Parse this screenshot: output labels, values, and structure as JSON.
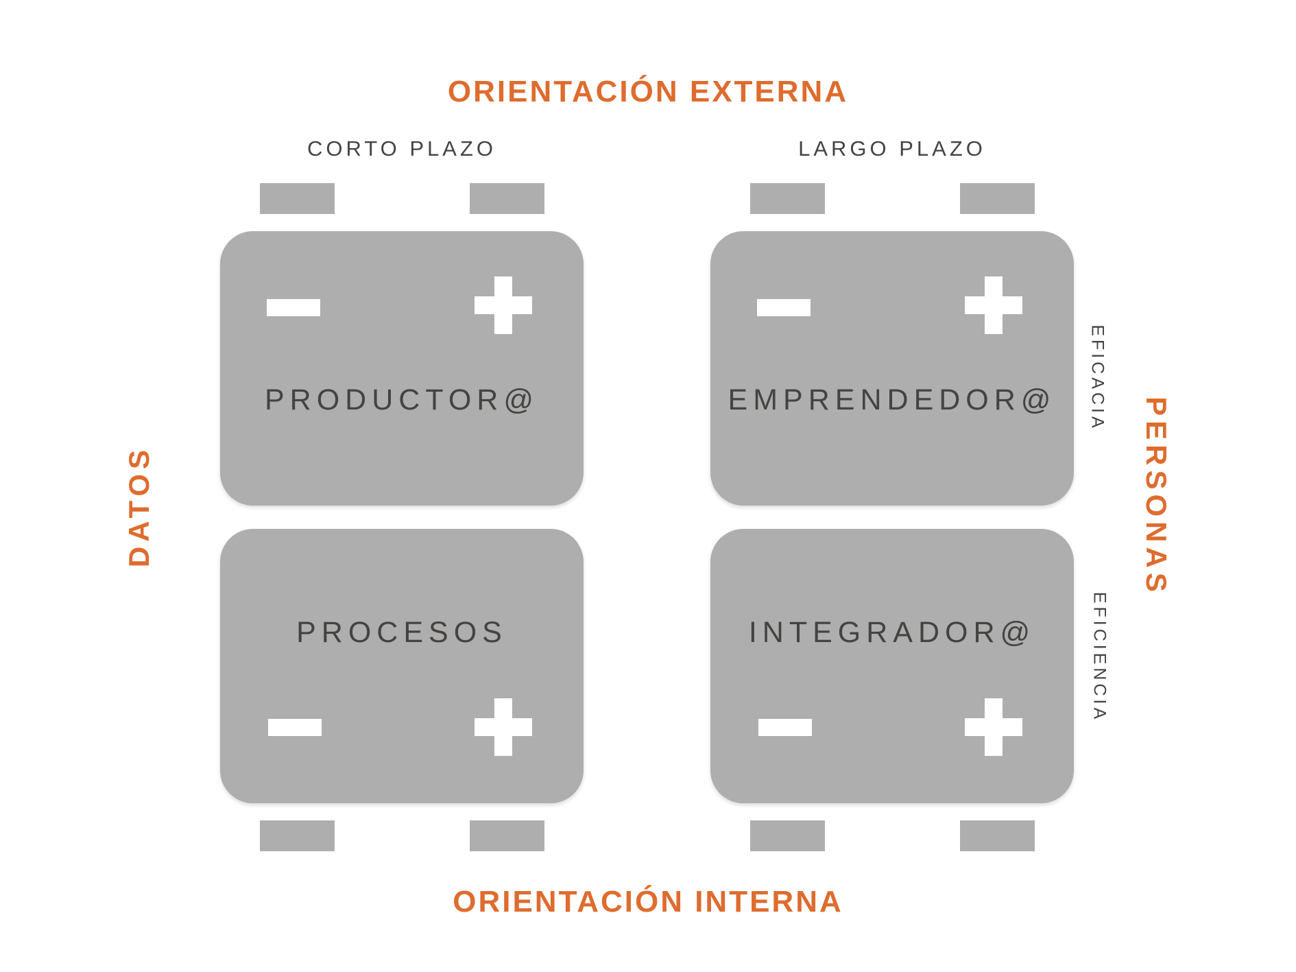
{
  "colors": {
    "bg": "#ffffff",
    "orange": "#de6c2e",
    "gray": "#aeaeae",
    "dark": "#454341"
  },
  "axes": {
    "top_title": "ORIENTACIÓN EXTERNA",
    "bottom_title": "ORIENTACIÓN INTERNA",
    "left_label": "DATOS",
    "right_label": "PERSONAS",
    "column_left": "CORTO PLAZO",
    "column_right": "LARGO PLAZO",
    "row_top_right": "EFICACIA",
    "row_bottom_right": "EFICIENCIA"
  },
  "quadrants": [
    {
      "label": "PRODUCTOR@"
    },
    {
      "label": "EMPRENDEDOR@"
    },
    {
      "label": "PROCESOS"
    },
    {
      "label": "INTEGRADOR@"
    }
  ],
  "icons": {
    "minus": "minus-terminal-icon",
    "plus": "plus-terminal-icon",
    "tab": "battery-terminal-tab"
  }
}
